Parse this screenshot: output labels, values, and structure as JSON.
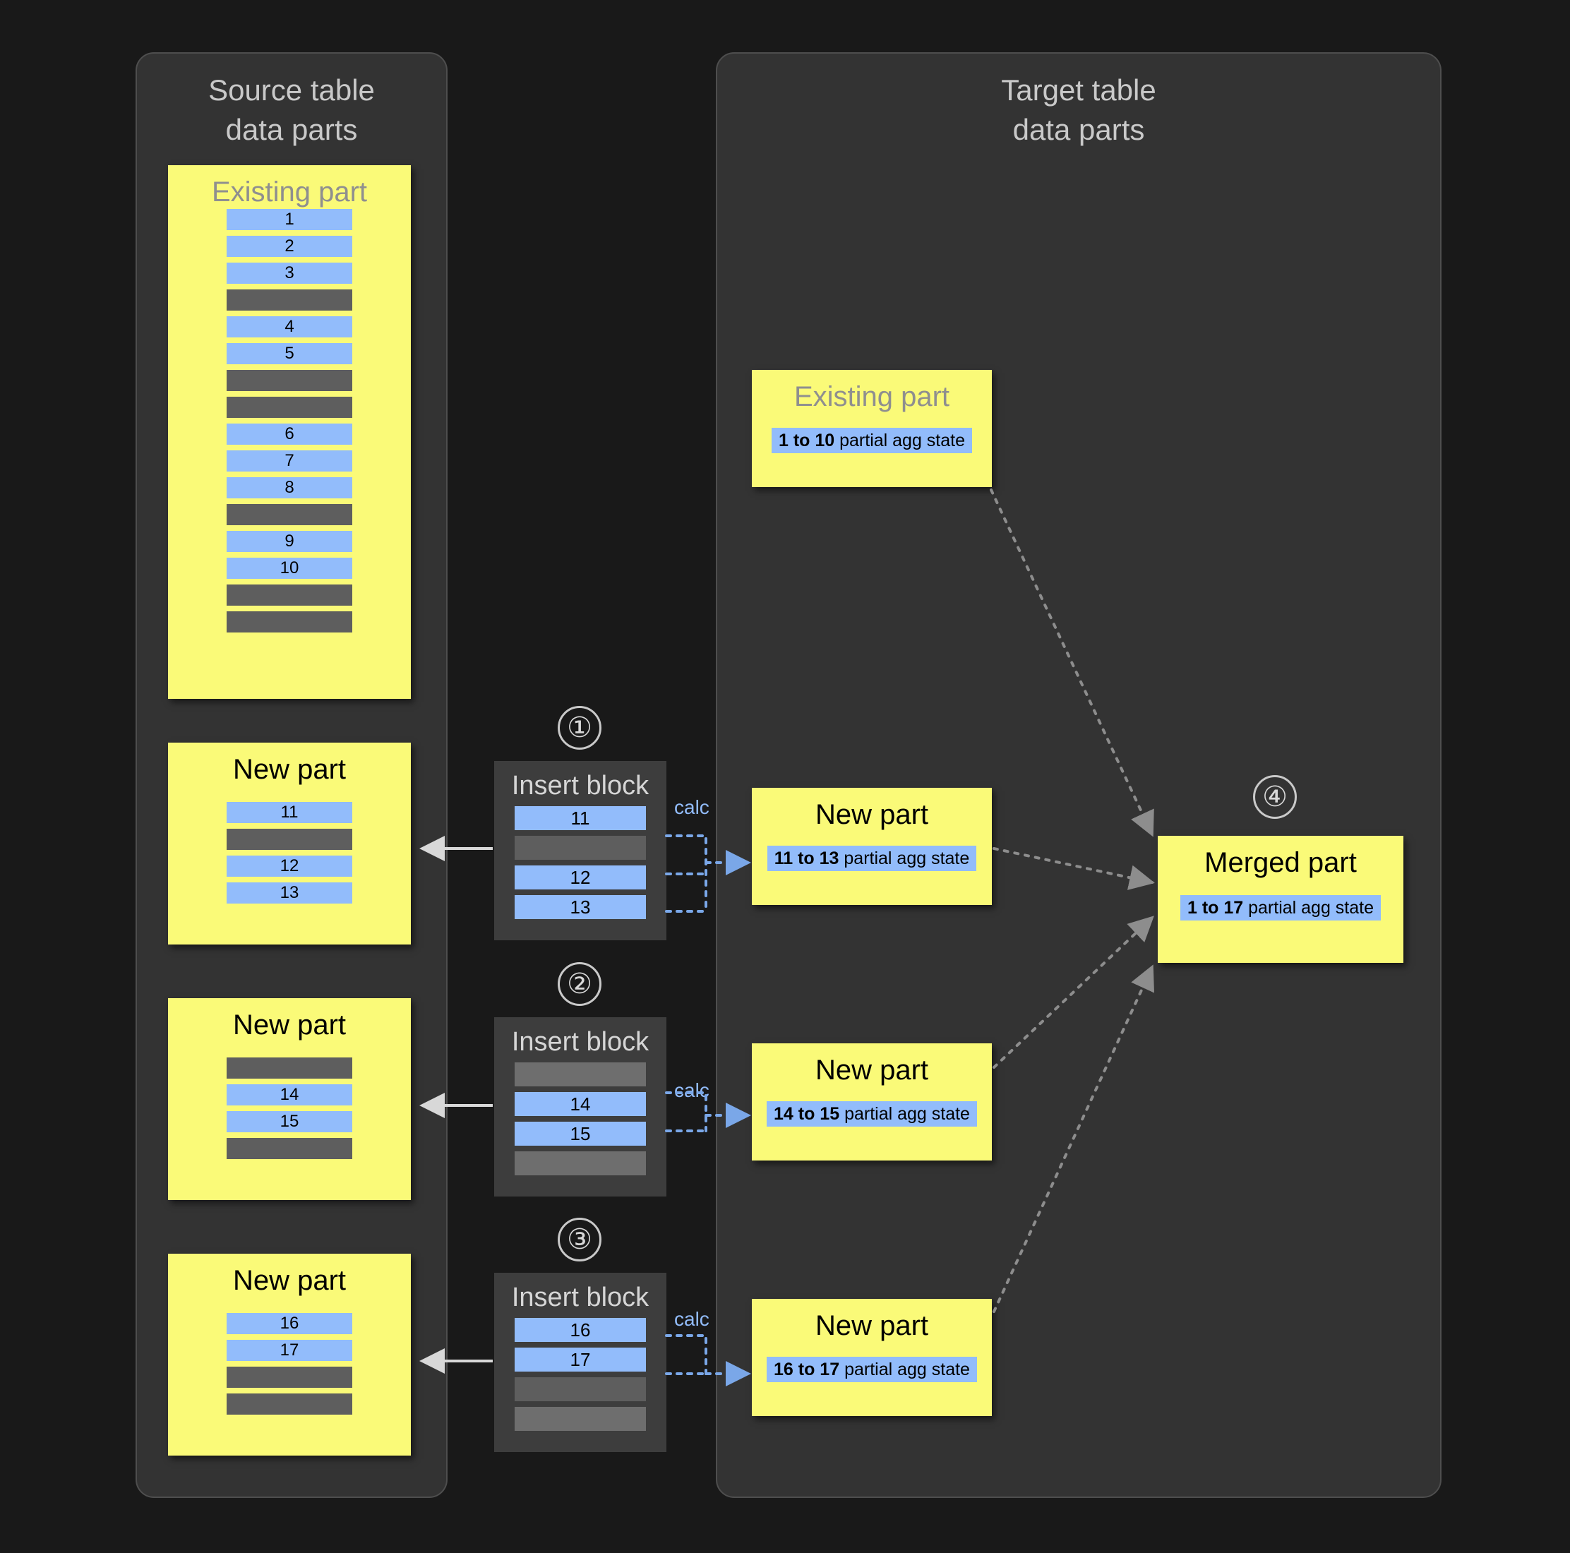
{
  "panels": {
    "source": {
      "title": "Source table\ndata parts"
    },
    "target": {
      "title": "Target table\ndata parts"
    }
  },
  "labels": {
    "existing_part": "Existing part",
    "new_part": "New part",
    "merged_part": "Merged part",
    "insert_block": "Insert block",
    "calc": "calc"
  },
  "steps": {
    "one": "①",
    "two": "②",
    "three": "③",
    "four": "④"
  },
  "colors": {
    "background": "#191919",
    "panel": "#333333",
    "panel_border": "#4e4e4e",
    "part_yellow": "#fafa78",
    "row_blue": "#92bcfb",
    "row_grey": "#5e5e5e",
    "insert_block": "#3d3d3d",
    "accent_blue": "#92bcfb",
    "muted_text": "#8f8f8f",
    "panel_text": "#c9c9c9"
  },
  "source_parts": [
    {
      "title": "Existing part",
      "title_muted": true,
      "rows": [
        {
          "type": "blue",
          "label": "1"
        },
        {
          "type": "blue",
          "label": "2"
        },
        {
          "type": "blue",
          "label": "3"
        },
        {
          "type": "grey",
          "label": ""
        },
        {
          "type": "blue",
          "label": "4"
        },
        {
          "type": "blue",
          "label": "5"
        },
        {
          "type": "grey",
          "label": ""
        },
        {
          "type": "grey",
          "label": ""
        },
        {
          "type": "blue",
          "label": "6"
        },
        {
          "type": "blue",
          "label": "7"
        },
        {
          "type": "blue",
          "label": "8"
        },
        {
          "type": "grey",
          "label": ""
        },
        {
          "type": "blue",
          "label": "9"
        },
        {
          "type": "blue",
          "label": "10"
        },
        {
          "type": "grey",
          "label": ""
        },
        {
          "type": "grey",
          "label": ""
        }
      ]
    },
    {
      "title": "New part",
      "title_muted": false,
      "rows": [
        {
          "type": "blue",
          "label": "11"
        },
        {
          "type": "grey",
          "label": ""
        },
        {
          "type": "blue",
          "label": "12"
        },
        {
          "type": "blue",
          "label": "13"
        }
      ]
    },
    {
      "title": "New part",
      "title_muted": false,
      "rows": [
        {
          "type": "grey",
          "label": ""
        },
        {
          "type": "blue",
          "label": "14"
        },
        {
          "type": "blue",
          "label": "15"
        },
        {
          "type": "grey",
          "label": ""
        }
      ]
    },
    {
      "title": "New part",
      "title_muted": false,
      "rows": [
        {
          "type": "blue",
          "label": "16"
        },
        {
          "type": "blue",
          "label": "17"
        },
        {
          "type": "grey",
          "label": ""
        },
        {
          "type": "grey",
          "label": ""
        }
      ]
    }
  ],
  "insert_blocks": [
    {
      "step": "①",
      "title": "Insert block",
      "calc": "calc",
      "rows": [
        {
          "type": "blue",
          "label": "11"
        },
        {
          "type": "grey",
          "label": ""
        },
        {
          "type": "blue",
          "label": "12"
        },
        {
          "type": "blue",
          "label": "13"
        }
      ]
    },
    {
      "step": "②",
      "title": "Insert block",
      "calc": "calc",
      "rows": [
        {
          "type": "greyl",
          "label": ""
        },
        {
          "type": "blue",
          "label": "14"
        },
        {
          "type": "blue",
          "label": "15"
        },
        {
          "type": "greyl",
          "label": ""
        }
      ]
    },
    {
      "step": "③",
      "title": "Insert block",
      "calc": "calc",
      "rows": [
        {
          "type": "blue",
          "label": "16"
        },
        {
          "type": "blue",
          "label": "17"
        },
        {
          "type": "grey",
          "label": ""
        },
        {
          "type": "greyl",
          "label": ""
        }
      ]
    }
  ],
  "target_parts": [
    {
      "title": "Existing part",
      "title_muted": true,
      "agg_range": "1 to 10",
      "agg_suffix": " partial agg state"
    },
    {
      "title": "New part",
      "title_muted": false,
      "agg_range": "11 to 13",
      "agg_suffix": " partial agg state"
    },
    {
      "title": "New part",
      "title_muted": false,
      "agg_range": "14 to 15",
      "agg_suffix": " partial agg state"
    },
    {
      "title": "New part",
      "title_muted": false,
      "agg_range": "16 to 17",
      "agg_suffix": " partial agg state"
    }
  ],
  "merged_part": {
    "step": "④",
    "title": "Merged part",
    "agg_range": "1 to 17",
    "agg_suffix": " partial agg state"
  }
}
